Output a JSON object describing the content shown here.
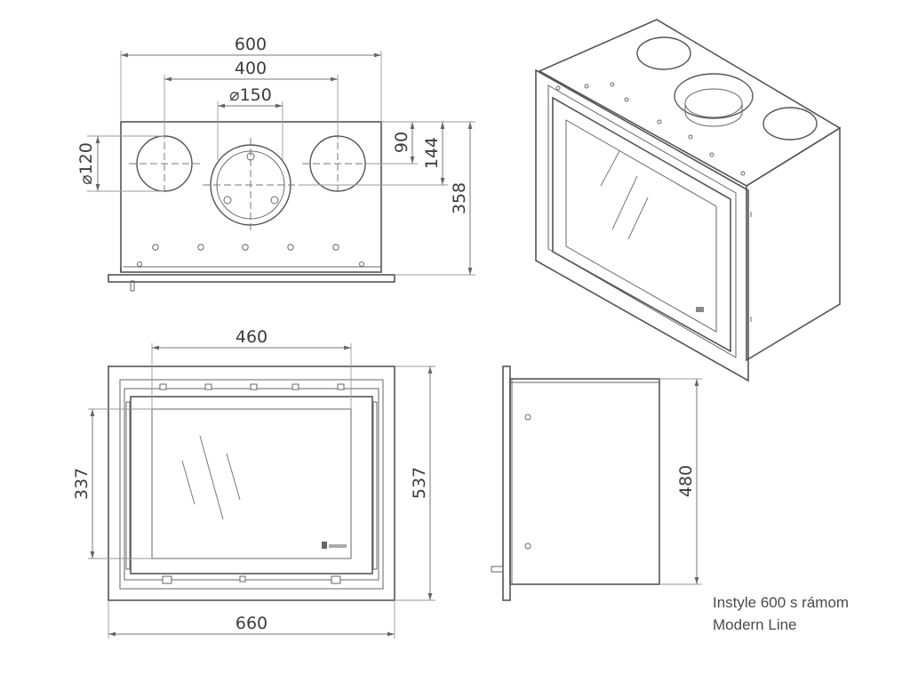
{
  "top_view": {
    "dim_width": "600",
    "dim_outer_flue_spacing": "400",
    "dim_center_flue_diameter": "⌀150",
    "dim_side_flue_diameter": "⌀120",
    "dim_flue_offset_90": "90",
    "dim_flue_offset_144": "144",
    "dim_depth": "358"
  },
  "front_view": {
    "dim_glass_width": "460",
    "dim_glass_height": "337",
    "dim_frame_height": "537",
    "dim_frame_width": "660"
  },
  "side_view": {
    "dim_body_height": "480"
  },
  "caption": {
    "line1": "Instyle 600 s rámom",
    "line2": "Modern Line"
  }
}
